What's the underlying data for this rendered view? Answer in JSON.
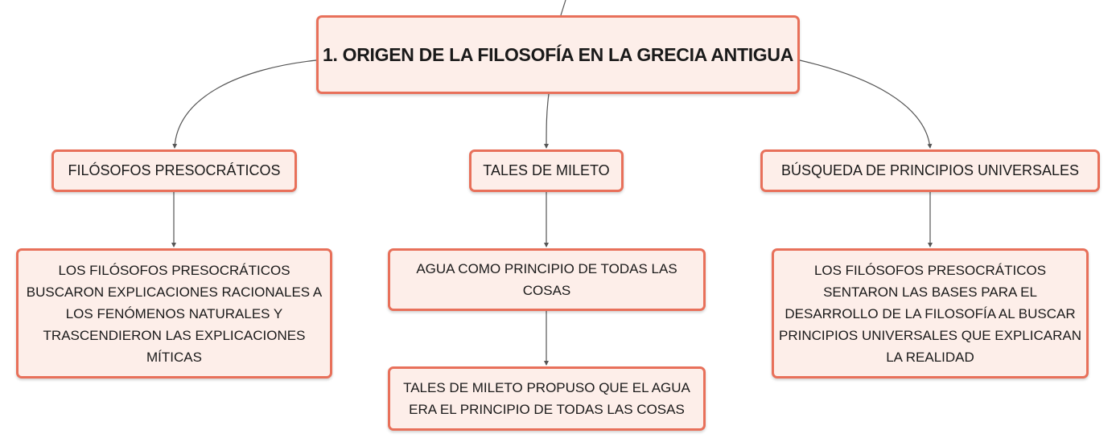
{
  "diagram": {
    "root": {
      "label": "1. ORIGEN DE LA FILOSOFÍA EN LA GRECIA ANTIGUA"
    },
    "nodes": {
      "presocraticos": {
        "label": "FILÓSOFOS PRESOCRÁTICOS"
      },
      "tales": {
        "label": "TALES DE MILETO"
      },
      "busqueda": {
        "label": "BÚSQUEDA DE PRINCIPIOS UNIVERSALES"
      },
      "presocraticos_detalle": {
        "label": "LOS FILÓSOFOS PRESOCRÁTICOS BUSCARON EXPLICACIONES RACIONALES A LOS FENÓMENOS NATURALES Y TRASCENDIERON LAS EXPLICACIONES MÍTICAS"
      },
      "agua": {
        "label": "AGUA COMO PRINCIPIO DE TODAS LAS COSAS"
      },
      "tales_propuso": {
        "label": "TALES DE MILETO PROPUSO QUE EL AGUA ERA EL PRINCIPIO DE TODAS LAS COSAS"
      },
      "busqueda_detalle": {
        "label": "LOS FILÓSOFOS PRESOCRÁTICOS SENTARON LAS BASES PARA EL DESARROLLO DE LA FILOSOFÍA AL BUSCAR PRINCIPIOS UNIVERSALES QUE EXPLICARAN LA REALIDAD"
      }
    },
    "colors": {
      "node_border": "#e8705a",
      "node_fill": "#fdeee9",
      "connector": "#555555",
      "text": "#1a1a1a"
    }
  }
}
